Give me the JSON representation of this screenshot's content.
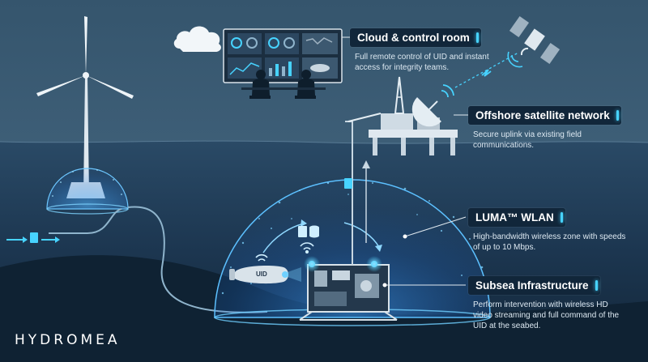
{
  "brand": {
    "logo_text": "HYDROMEA"
  },
  "callouts": {
    "cloud": {
      "title": "Cloud & control room",
      "description": "Full remote control of UID and instant access for integrity teams."
    },
    "satellite": {
      "title": "Offshore satellite network",
      "description": "Secure uplink via existing field communications."
    },
    "wlan": {
      "title": "LUMA™ WLAN",
      "description": "High-bandwidth wireless zone with speeds of up to 10 Mbps."
    },
    "subsea": {
      "title": "Subsea Infrastructure",
      "description": "Perform intervention with wireless HD video streaming and full command of the UID at the seabed."
    }
  },
  "drone": {
    "label": "UID"
  },
  "colors": {
    "sky": "#3e5f78",
    "sea": "#1e3a52",
    "deep_sea": "#13283c",
    "accent": "#47d3ff",
    "dome": "#2f8cff",
    "callout_bg": "#11263a"
  },
  "icons": [
    "cloud-icon",
    "satellite-icon",
    "wind-turbine-icon",
    "oil-platform-icon",
    "satellite-dish-icon",
    "document-icon",
    "database-icon",
    "wifi-icon",
    "underwater-drone-icon",
    "subsea-module-icon",
    "control-room-screen-icon"
  ]
}
